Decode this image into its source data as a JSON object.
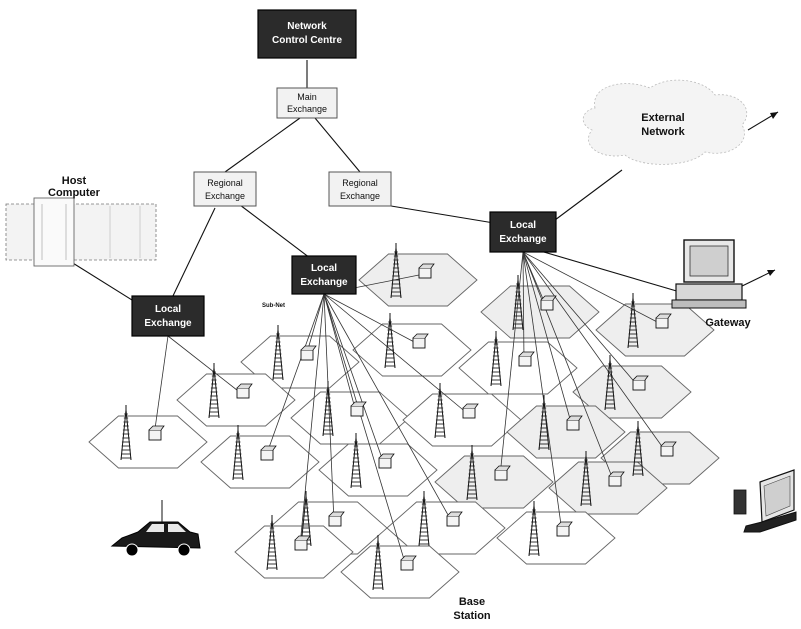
{
  "labels": {
    "network_control_centre": [
      "Network",
      "Control Centre"
    ],
    "main_exchange": [
      "Main",
      "Exchange"
    ],
    "regional_exchange_left": [
      "Regional",
      "Exchange"
    ],
    "regional_exchange_right": [
      "Regional",
      "Exchange"
    ],
    "local_exchange": [
      "Local",
      "Exchange"
    ],
    "external_network": [
      "External",
      "Network"
    ],
    "host_computer": [
      "Host",
      "Computer"
    ],
    "gateway": "Gateway",
    "sub_net": "Sub-Net",
    "base_station": [
      "Base",
      "Station"
    ]
  }
}
